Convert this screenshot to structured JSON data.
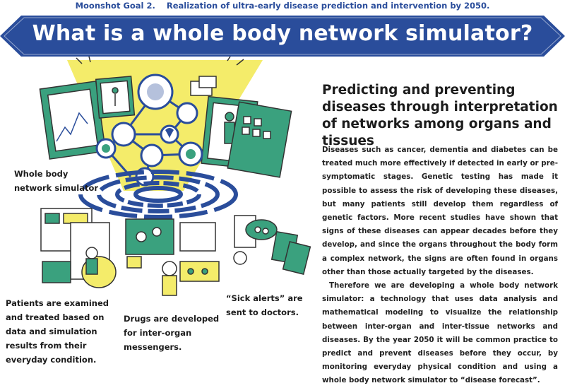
{
  "header": {
    "goal_line": "Moonshot Goal 2.    Realization of ultra-early disease prediction and intervention by 2050.",
    "title": "What is a whole body network simulator?"
  },
  "colors": {
    "brand_blue": "#2a4d9b",
    "accent_yellow": "#f4ec6a",
    "accent_green": "#3aa17e"
  },
  "illustration": {
    "simulator_label": "Whole body network simulator",
    "caption_patients": "Patients are examined and treated based on data and simulation results from their everyday condition.",
    "caption_drugs": "Drugs are developed for inter-organ messengers.",
    "caption_alerts": "“Sick alerts” are sent to doctors."
  },
  "article": {
    "heading": "Predicting and preventing diseases through interpretation of networks among organs and tissues",
    "paragraph1": "Diseases such as cancer, dementia and diabetes can be treated much more effectively if detected in early or pre-symptomatic stages. Genetic testing has made it possible to assess the risk of developing these diseases, but many patients still develop them regardless of genetic factors. More recent studies have shown that signs of these diseases can appear decades before they develop, and since the organs throughout the body form a complex network, the signs are often found in organs other than those actually targeted by the diseases.",
    "paragraph2": "Therefore we are developing a whole body network simulator: a technology that uses data analysis and mathematical modeling to visualize the relationship between inter-organ and inter-tissue networks and diseases. By the year 2050 it will be common practice to predict and prevent diseases before they occur, by monitoring everyday physical condition and using a whole body network simulator to “disease forecast”."
  }
}
